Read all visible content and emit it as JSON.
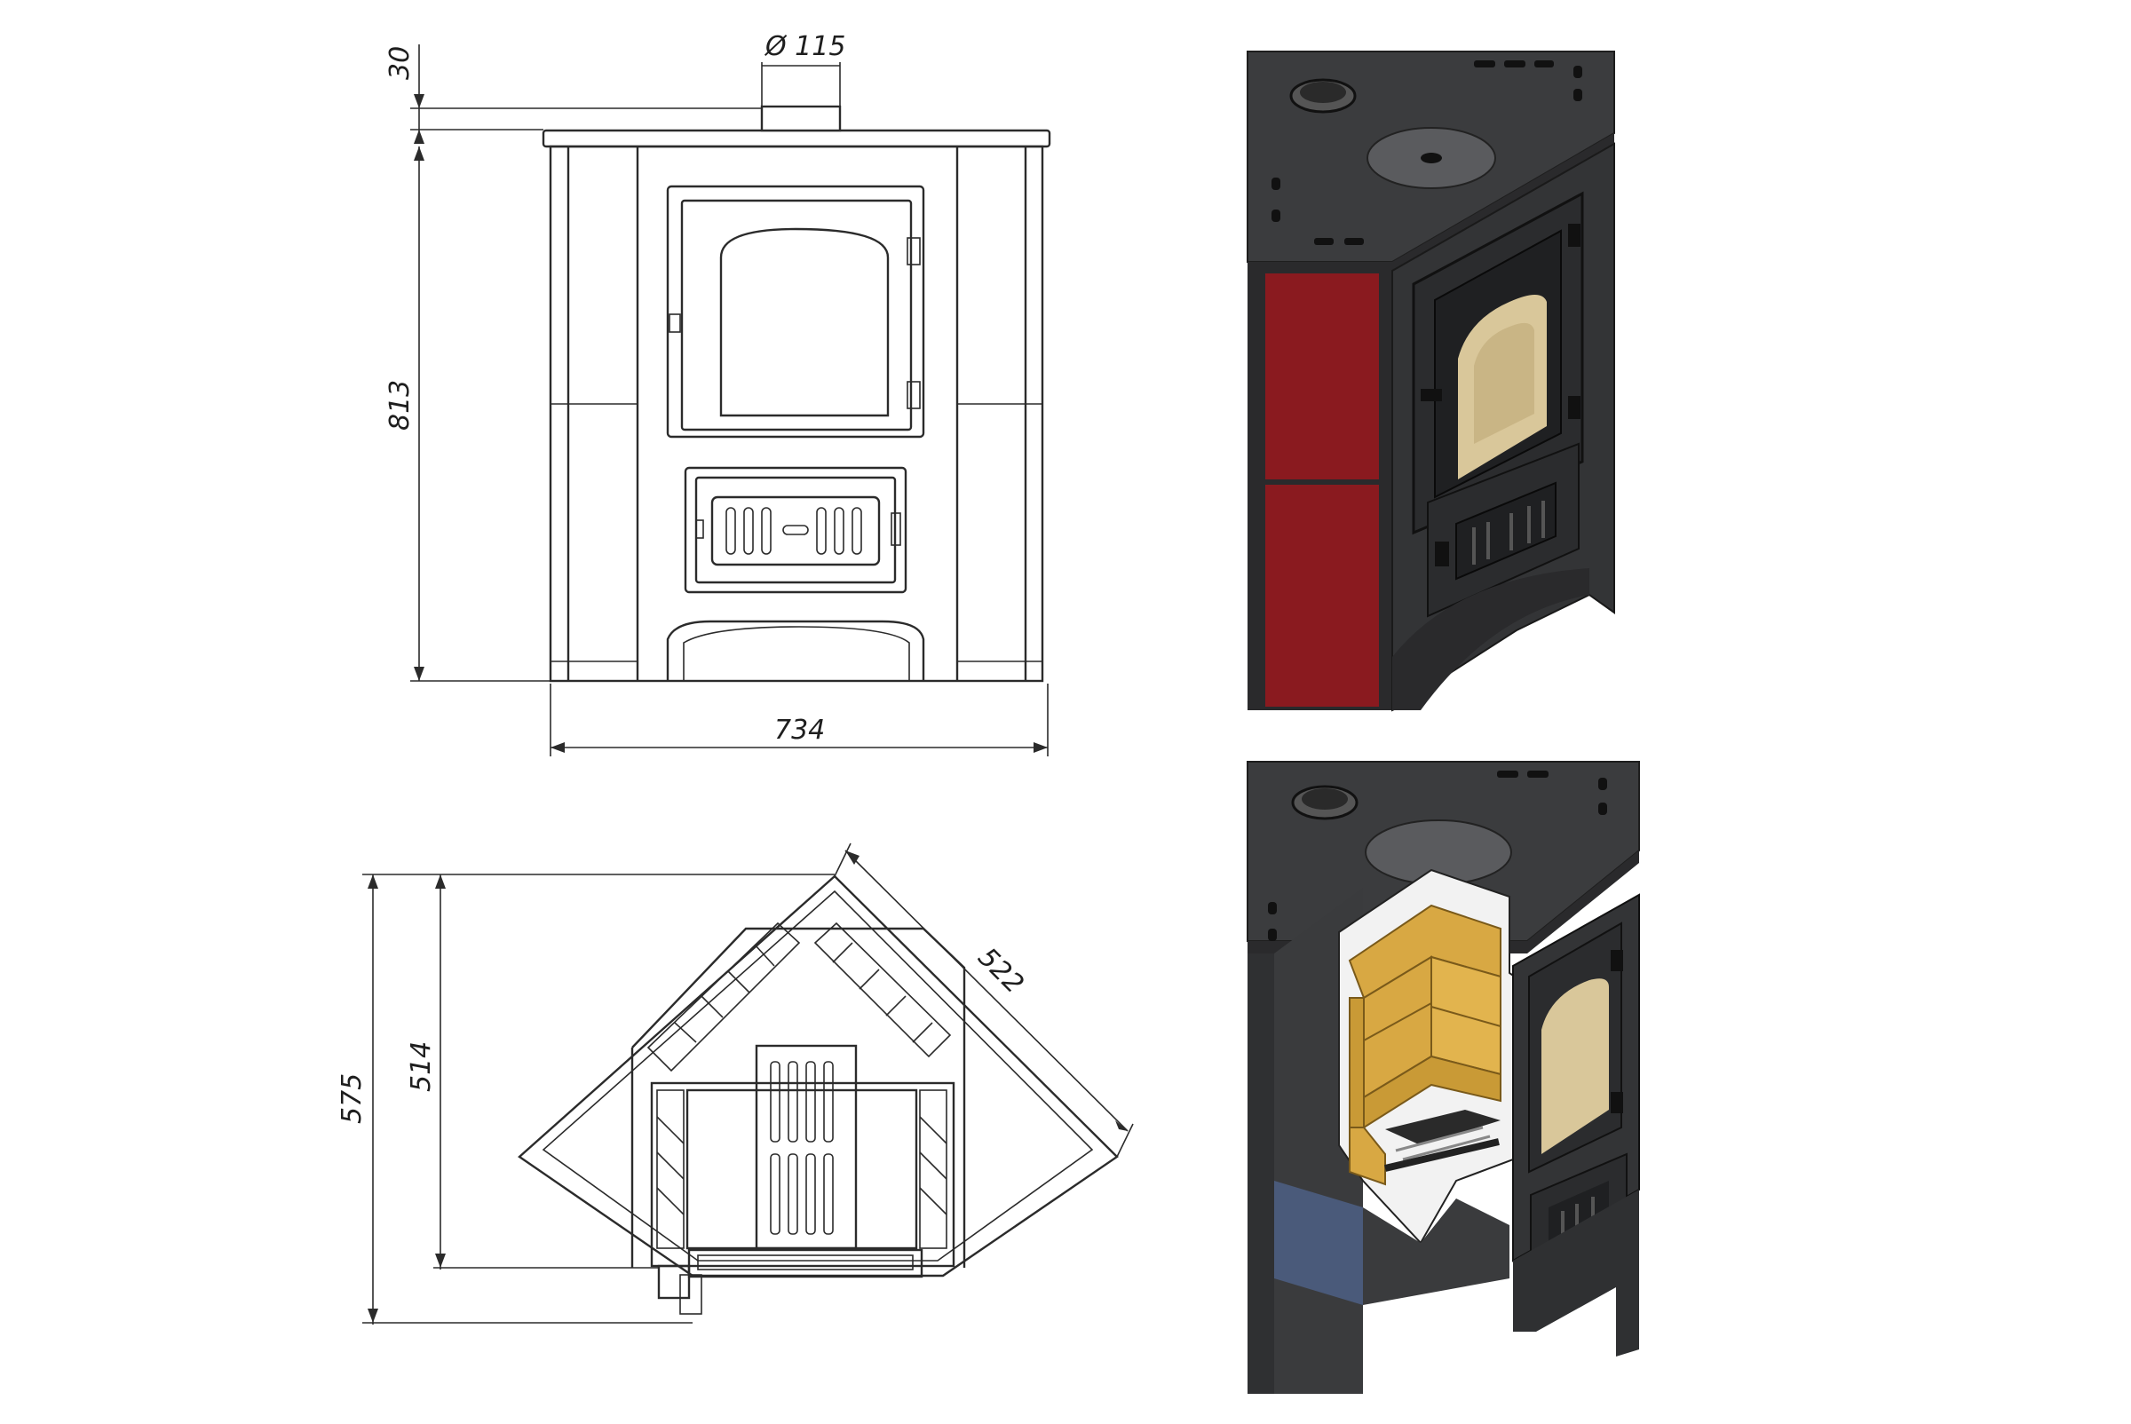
{
  "drawing": {
    "front_view": {
      "flue_diameter_label": "Ø 115",
      "top_offset_label": "30",
      "height_label": "813",
      "width_label": "734"
    },
    "plan_view": {
      "depth_outer_label": "575",
      "depth_inner_label": "514",
      "side_length_label": "522"
    }
  },
  "renders": {
    "external": {
      "tile_color": "#8a1a1f",
      "body_color": "#3a3a3a",
      "glass_color": "#d9c79a"
    },
    "cutaway": {
      "firebrick_color": "#d8a843",
      "body_color": "#3a3a3a",
      "base_color": "#4a5a7a"
    }
  }
}
